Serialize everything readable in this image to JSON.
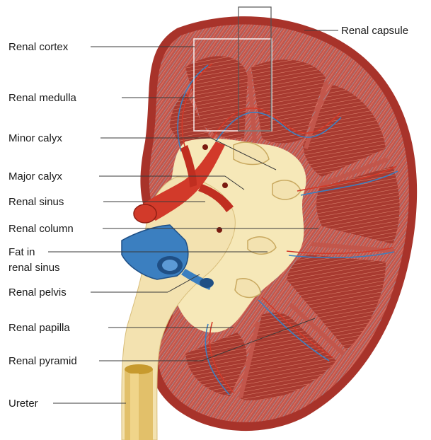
{
  "labels": {
    "renal_capsule": "Renal capsule",
    "renal_cortex": "Renal cortex",
    "renal_medulla": "Renal medulla",
    "minor_calyx": "Minor calyx",
    "major_calyx": "Major calyx",
    "renal_sinus": "Renal sinus",
    "renal_column": "Renal column",
    "fat_in_renal_sinus_line1": "Fat in",
    "fat_in_renal_sinus_line2": "renal sinus",
    "renal_pelvis": "Renal pelvis",
    "renal_papilla": "Renal papilla",
    "renal_pyramid": "Renal pyramid",
    "ureter": "Ureter"
  },
  "colors": {
    "capsule": "#a8332a",
    "cortex": "#c2564b",
    "cortex_stripe": "#8fa3b8",
    "pyramid": "#a83a30",
    "pyramid_stripe": "#e08a72",
    "sinus_fat": "#f6e8b8",
    "pelvis": "#f3e2b0",
    "ureter": "#e2c06a",
    "artery": "#d23a2a",
    "vein": "#3b7fc0",
    "vein_dark": "#1f4f85"
  }
}
